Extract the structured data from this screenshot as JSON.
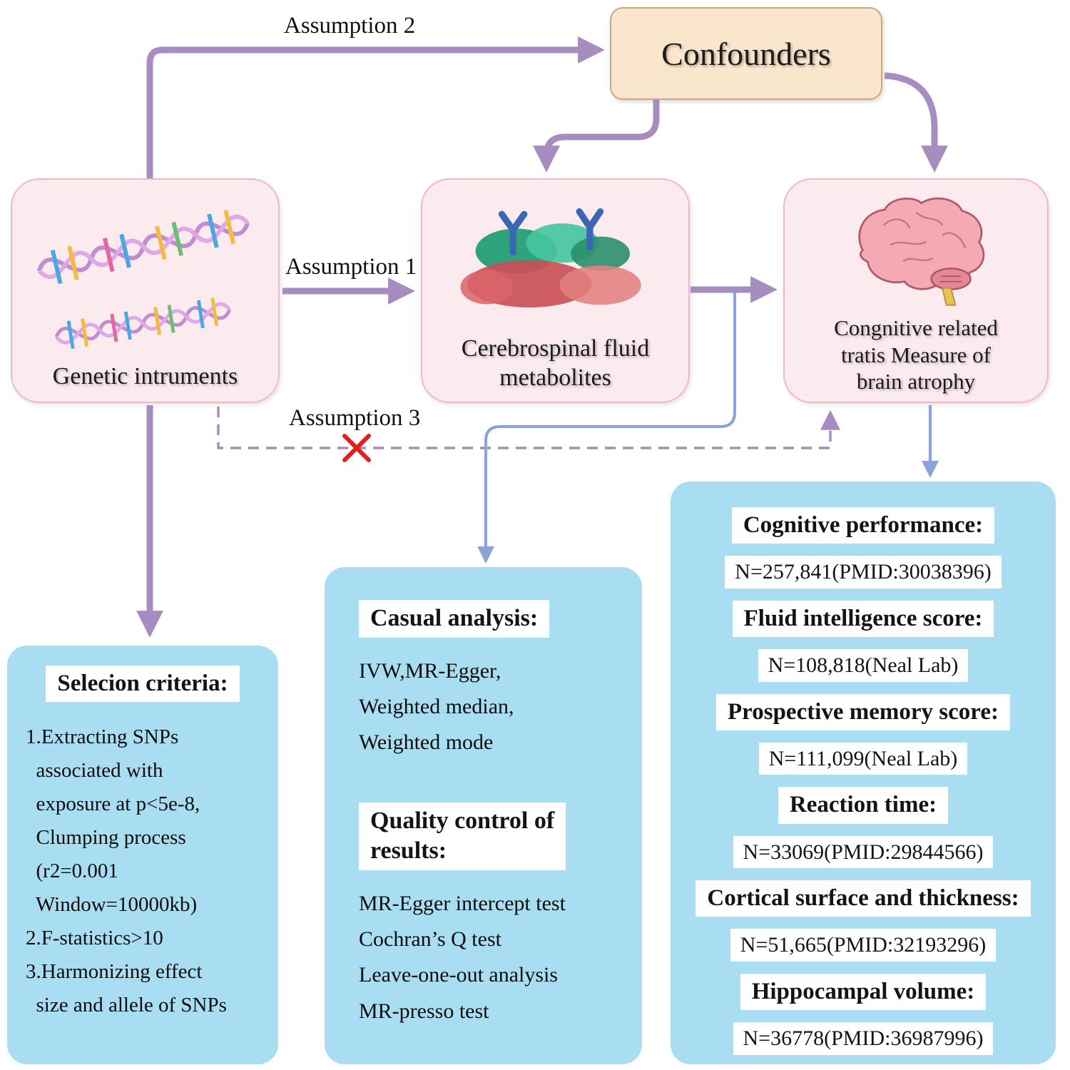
{
  "colors": {
    "purple_arrow": "#a78dbf",
    "blue_arrow": "#8ba3d9",
    "pink_box_bg": "#fcebee",
    "pink_box_border": "#f2b7c4",
    "peach_box_bg": "#f9e6cd",
    "blue_box_bg": "#a9ddf1",
    "red_x": "#e41f1f"
  },
  "nodes": {
    "confounders": "Confounders",
    "genetic": "Genetic intruments",
    "csf": "Cerebrospinal fluid\nmetabolites",
    "cognitive": "Congnitive related\ntratis Measure of\nbrain atrophy"
  },
  "labels": {
    "assumption1": "Assumption 1",
    "assumption2": "Assumption 2",
    "assumption3": "Assumption 3"
  },
  "selection": {
    "title": "Selecion criteria:",
    "body": "1.Extracting SNPs\n  associated with\n  exposure at p<5e-8,\n  Clumping process\n  (r2=0.001\n  Window=10000kb)\n2.F-statistics>10\n3.Harmonizing effect\n  size and allele of SNPs"
  },
  "analysis": {
    "title": "Casual analysis:",
    "methods": "IVW,MR-Egger,\nWeighted median,\nWeighted mode",
    "qc_title": "Quality control of\nresults:",
    "qc_items": "MR-Egger intercept test\nCochran’s Q test\nLeave-one-out analysis\nMR-presso test"
  },
  "outcomes": {
    "items": [
      {
        "title": "Cognitive performance:",
        "n": "N=257,841(PMID:30038396)"
      },
      {
        "title": "Fluid intelligence score:",
        "n": "N=108,818(Neal Lab)"
      },
      {
        "title": "Prospective memory score:",
        "n": "N=111,099(Neal Lab)"
      },
      {
        "title": "Reaction time:",
        "n": "N=33069(PMID:29844566)"
      },
      {
        "title": "Cortical surface and thickness:",
        "n": "N=51,665(PMID:32193296)"
      },
      {
        "title": "Hippocampal volume:",
        "n": "N=36778(PMID:36987996)"
      }
    ]
  }
}
